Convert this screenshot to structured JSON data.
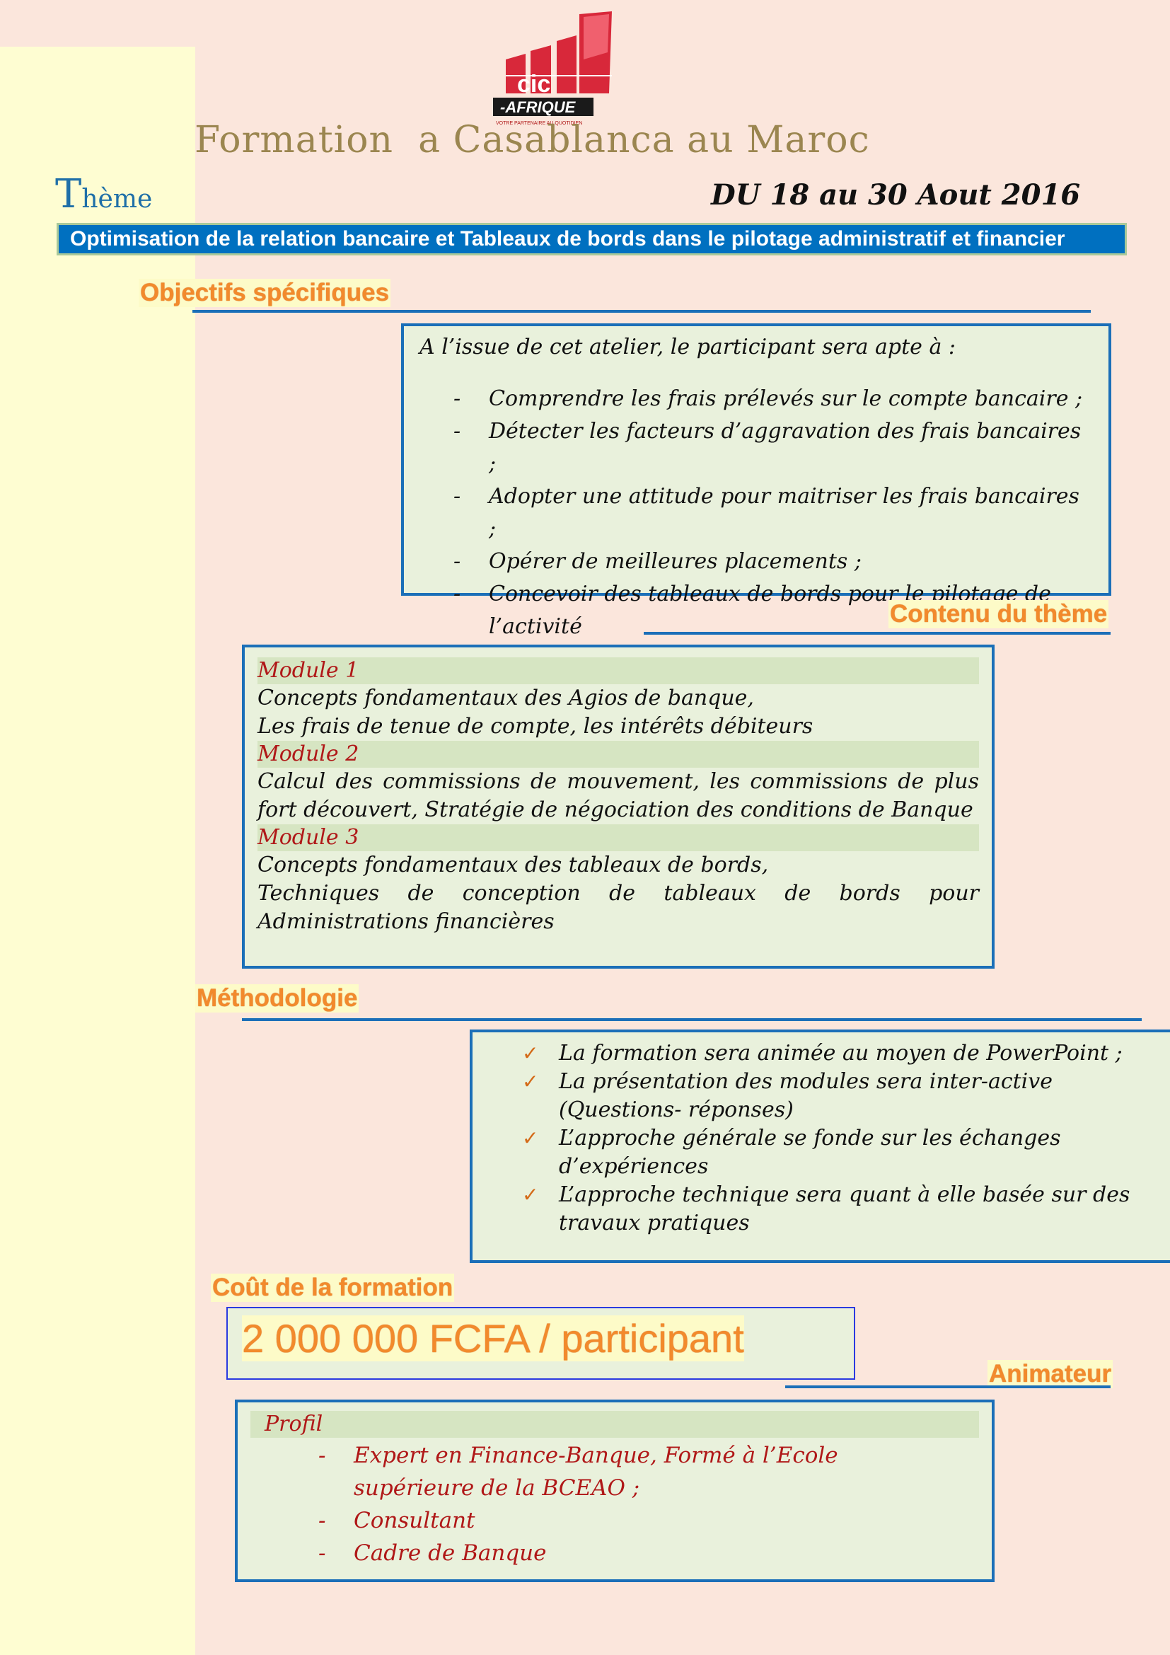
{
  "header": {
    "logo_text": "cic",
    "logo_subtext": "-AFRIQUE",
    "logo_tagline": "VOTRE PARTENAIRE AU QUOTIDIEN",
    "title": "Formation  a Casablanca au Maroc",
    "theme_first_letter": "T",
    "theme_rest": "hème",
    "dates": "DU 18 au 30 Aout 2016",
    "theme_text": "Optimisation de la relation bancaire et Tableaux de bords dans le pilotage administratif et financier"
  },
  "objectifs": {
    "heading": "Objectifs spécifiques",
    "intro": "A l’issue de cet atelier, le participant sera apte à :",
    "items": [
      "Comprendre les frais prélevés sur le compte bancaire ;",
      "Détecter les facteurs d’aggravation des frais bancaires ;",
      "Adopter une attitude pour maitriser les frais bancaires ;",
      "Opérer de meilleures placements ;",
      "Concevoir des tableaux de bords pour le pilotage de l’activité"
    ]
  },
  "contenu": {
    "heading": "Contenu du thème",
    "modules": [
      {
        "title": "Module 1",
        "lines": [
          "Concepts fondamentaux des Agios de banque,",
          "Les frais de tenue de compte, les intérêts débiteurs"
        ]
      },
      {
        "title": "Module 2",
        "lines": [
          "Calcul des commissions de mouvement, les commissions de plus fort découvert, Stratégie de négociation des conditions de Banque"
        ]
      },
      {
        "title": "Module 3",
        "lines": [
          "Concepts fondamentaux des tableaux de bords,",
          "Techniques de conception de tableaux de bords pour Administrations financières"
        ]
      }
    ]
  },
  "methodologie": {
    "heading": "Méthodologie",
    "check_glyph": "✓",
    "items": [
      "La formation sera animée au moyen de PowerPoint ;",
      "La présentation des modules sera inter-active (Questions- réponses)",
      "L’approche générale se fonde sur les échanges d’expériences",
      "L’approche technique sera quant à elle basée sur des travaux pratiques"
    ]
  },
  "cout": {
    "heading": "Coût de la formation",
    "price": "2 000 000 FCFA / participant"
  },
  "animateur": {
    "heading": "Animateur",
    "profil_label": "Profil",
    "items": [
      "Expert en Finance-Banque, Formé à l’Ecole supérieure de la BCEAO ;",
      "Consultant",
      "Cadre de Banque"
    ]
  },
  "colors": {
    "page_background": "#fbe6dc",
    "sidebar": "#fefdd2",
    "accent_blue": "#1b6fb8",
    "heading_orange": "#f28a2c",
    "module_red": "#b01818",
    "box_fill": "#e9f1dc",
    "title_gold": "#9b8650"
  }
}
